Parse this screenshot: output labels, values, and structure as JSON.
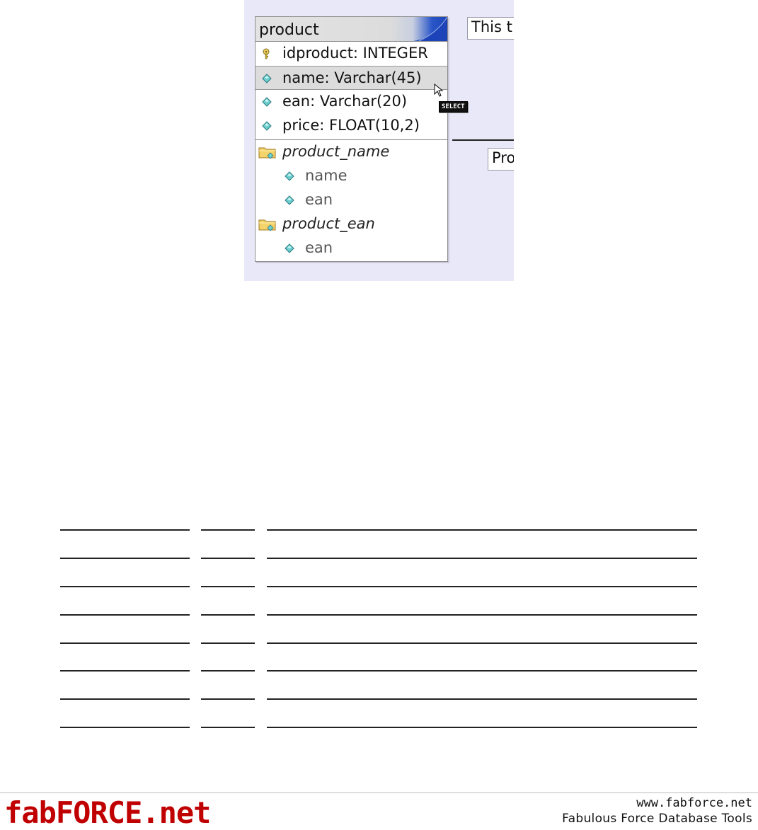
{
  "diagram": {
    "table_name": "product",
    "columns": [
      {
        "label": "idproduct: INTEGER",
        "icon": "key-icon"
      },
      {
        "label": "name: Varchar(45)",
        "icon": "diamond-icon",
        "selected": true
      },
      {
        "label": "ean: Varchar(20)",
        "icon": "diamond-icon"
      },
      {
        "label": "price: FLOAT(10,2)",
        "icon": "diamond-icon"
      }
    ],
    "indices": [
      {
        "label": "product_name",
        "icon": "folder-icon",
        "fields": [
          "name",
          "ean"
        ]
      },
      {
        "label": "product_ean",
        "icon": "folder-icon",
        "fields": [
          "ean"
        ]
      }
    ],
    "note_top": "This t",
    "note_bottom": "Pro",
    "cursor_tag": "SELECT",
    "colors": {
      "canvas": "#e8e8f8",
      "header_accent": "#1c44b8",
      "selected_row": "#dcdcdc"
    }
  },
  "footer": {
    "brand_prefix": "fab",
    "brand_main": "FORCE",
    "brand_suffix": ".net",
    "url": "www.fabforce.net",
    "tagline": "Fabulous Force Database Tools",
    "brand_color": "#c00000"
  }
}
